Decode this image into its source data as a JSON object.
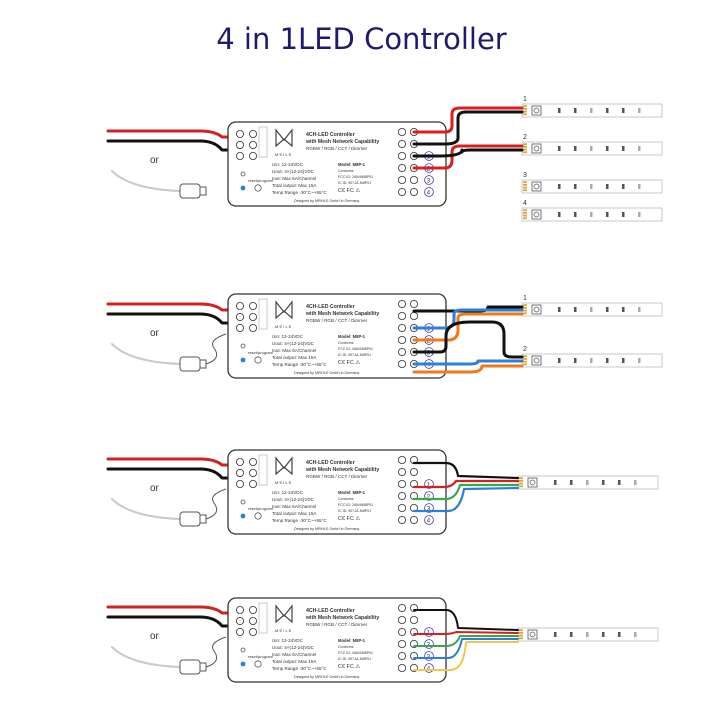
{
  "title": "4 in 1LED Controller",
  "labels": {
    "or": "or"
  },
  "controller": {
    "name_line1": "4CH-LED Controller",
    "name_line2": "with Mesh Network Capability",
    "modes": "RGBW / RGB / CCT / Dimmer",
    "brand": "M E I L E",
    "specs": [
      "Uin: 12-24VDC",
      "Uout: 4×(12-24)VDC",
      "Iout: Max 6A/Channel",
      "Total output: Max 15A",
      "Temp Range -30°C~+55°C"
    ],
    "model": "Model: M8P-1",
    "cert": [
      "Conforms",
      "FCC ID: 2AW4M8P01",
      "IC ID: 9071A-M8P01"
    ],
    "designed": "Designed by MEIHLE GmbH in Germany",
    "button": "reset/program",
    "channels": [
      "1",
      "2",
      "3",
      "4"
    ]
  },
  "strip_numbers": {
    "panel1": [
      "1",
      "2",
      "3",
      "4"
    ],
    "panel2": [
      "1",
      "2"
    ]
  },
  "colors": {
    "red": "#d42020",
    "black": "#111111",
    "blue": "#2e7fd6",
    "orange": "#f07a1a",
    "green": "#3aa84a",
    "yellow": "#f2c84b",
    "strip_pad": "#d9a73a",
    "channel_num": "#3a2fc0"
  }
}
